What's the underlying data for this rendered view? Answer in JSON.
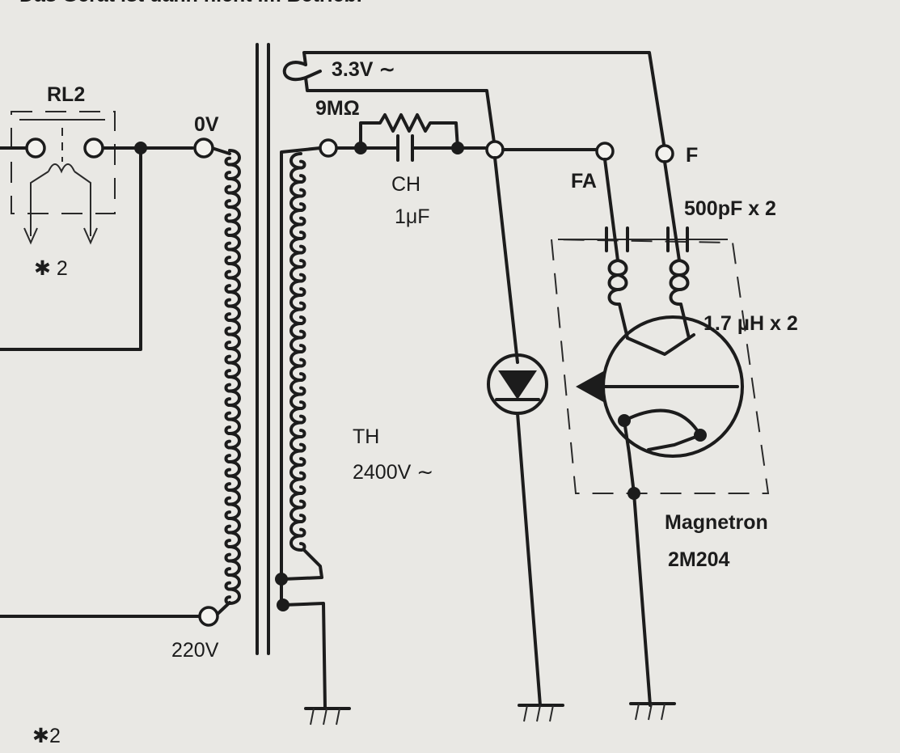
{
  "header_text": "Das Gerät ist dann nicht im Betrieb.",
  "labels": {
    "relay": "RL2",
    "relay_note": "✱ 2",
    "primary_top": "0V",
    "primary_bottom": "220V",
    "filament_winding": "3.3V ∼",
    "resistor": "9MΩ",
    "capacitor_name": "CH",
    "capacitor_value": "1μF",
    "transformer_name": "TH",
    "transformer_voltage": "2400V ∼",
    "terminal_fa": "FA",
    "terminal_f": "F",
    "feedthrough_caps": "500pF x 2",
    "chokes": "1.7 μH x 2",
    "magnetron_name": "Magnetron",
    "magnetron_model": "2M204",
    "bottom_note": "✱2"
  },
  "colors": {
    "paper": "#e9e8e4",
    "ink": "#1c1c1c"
  }
}
